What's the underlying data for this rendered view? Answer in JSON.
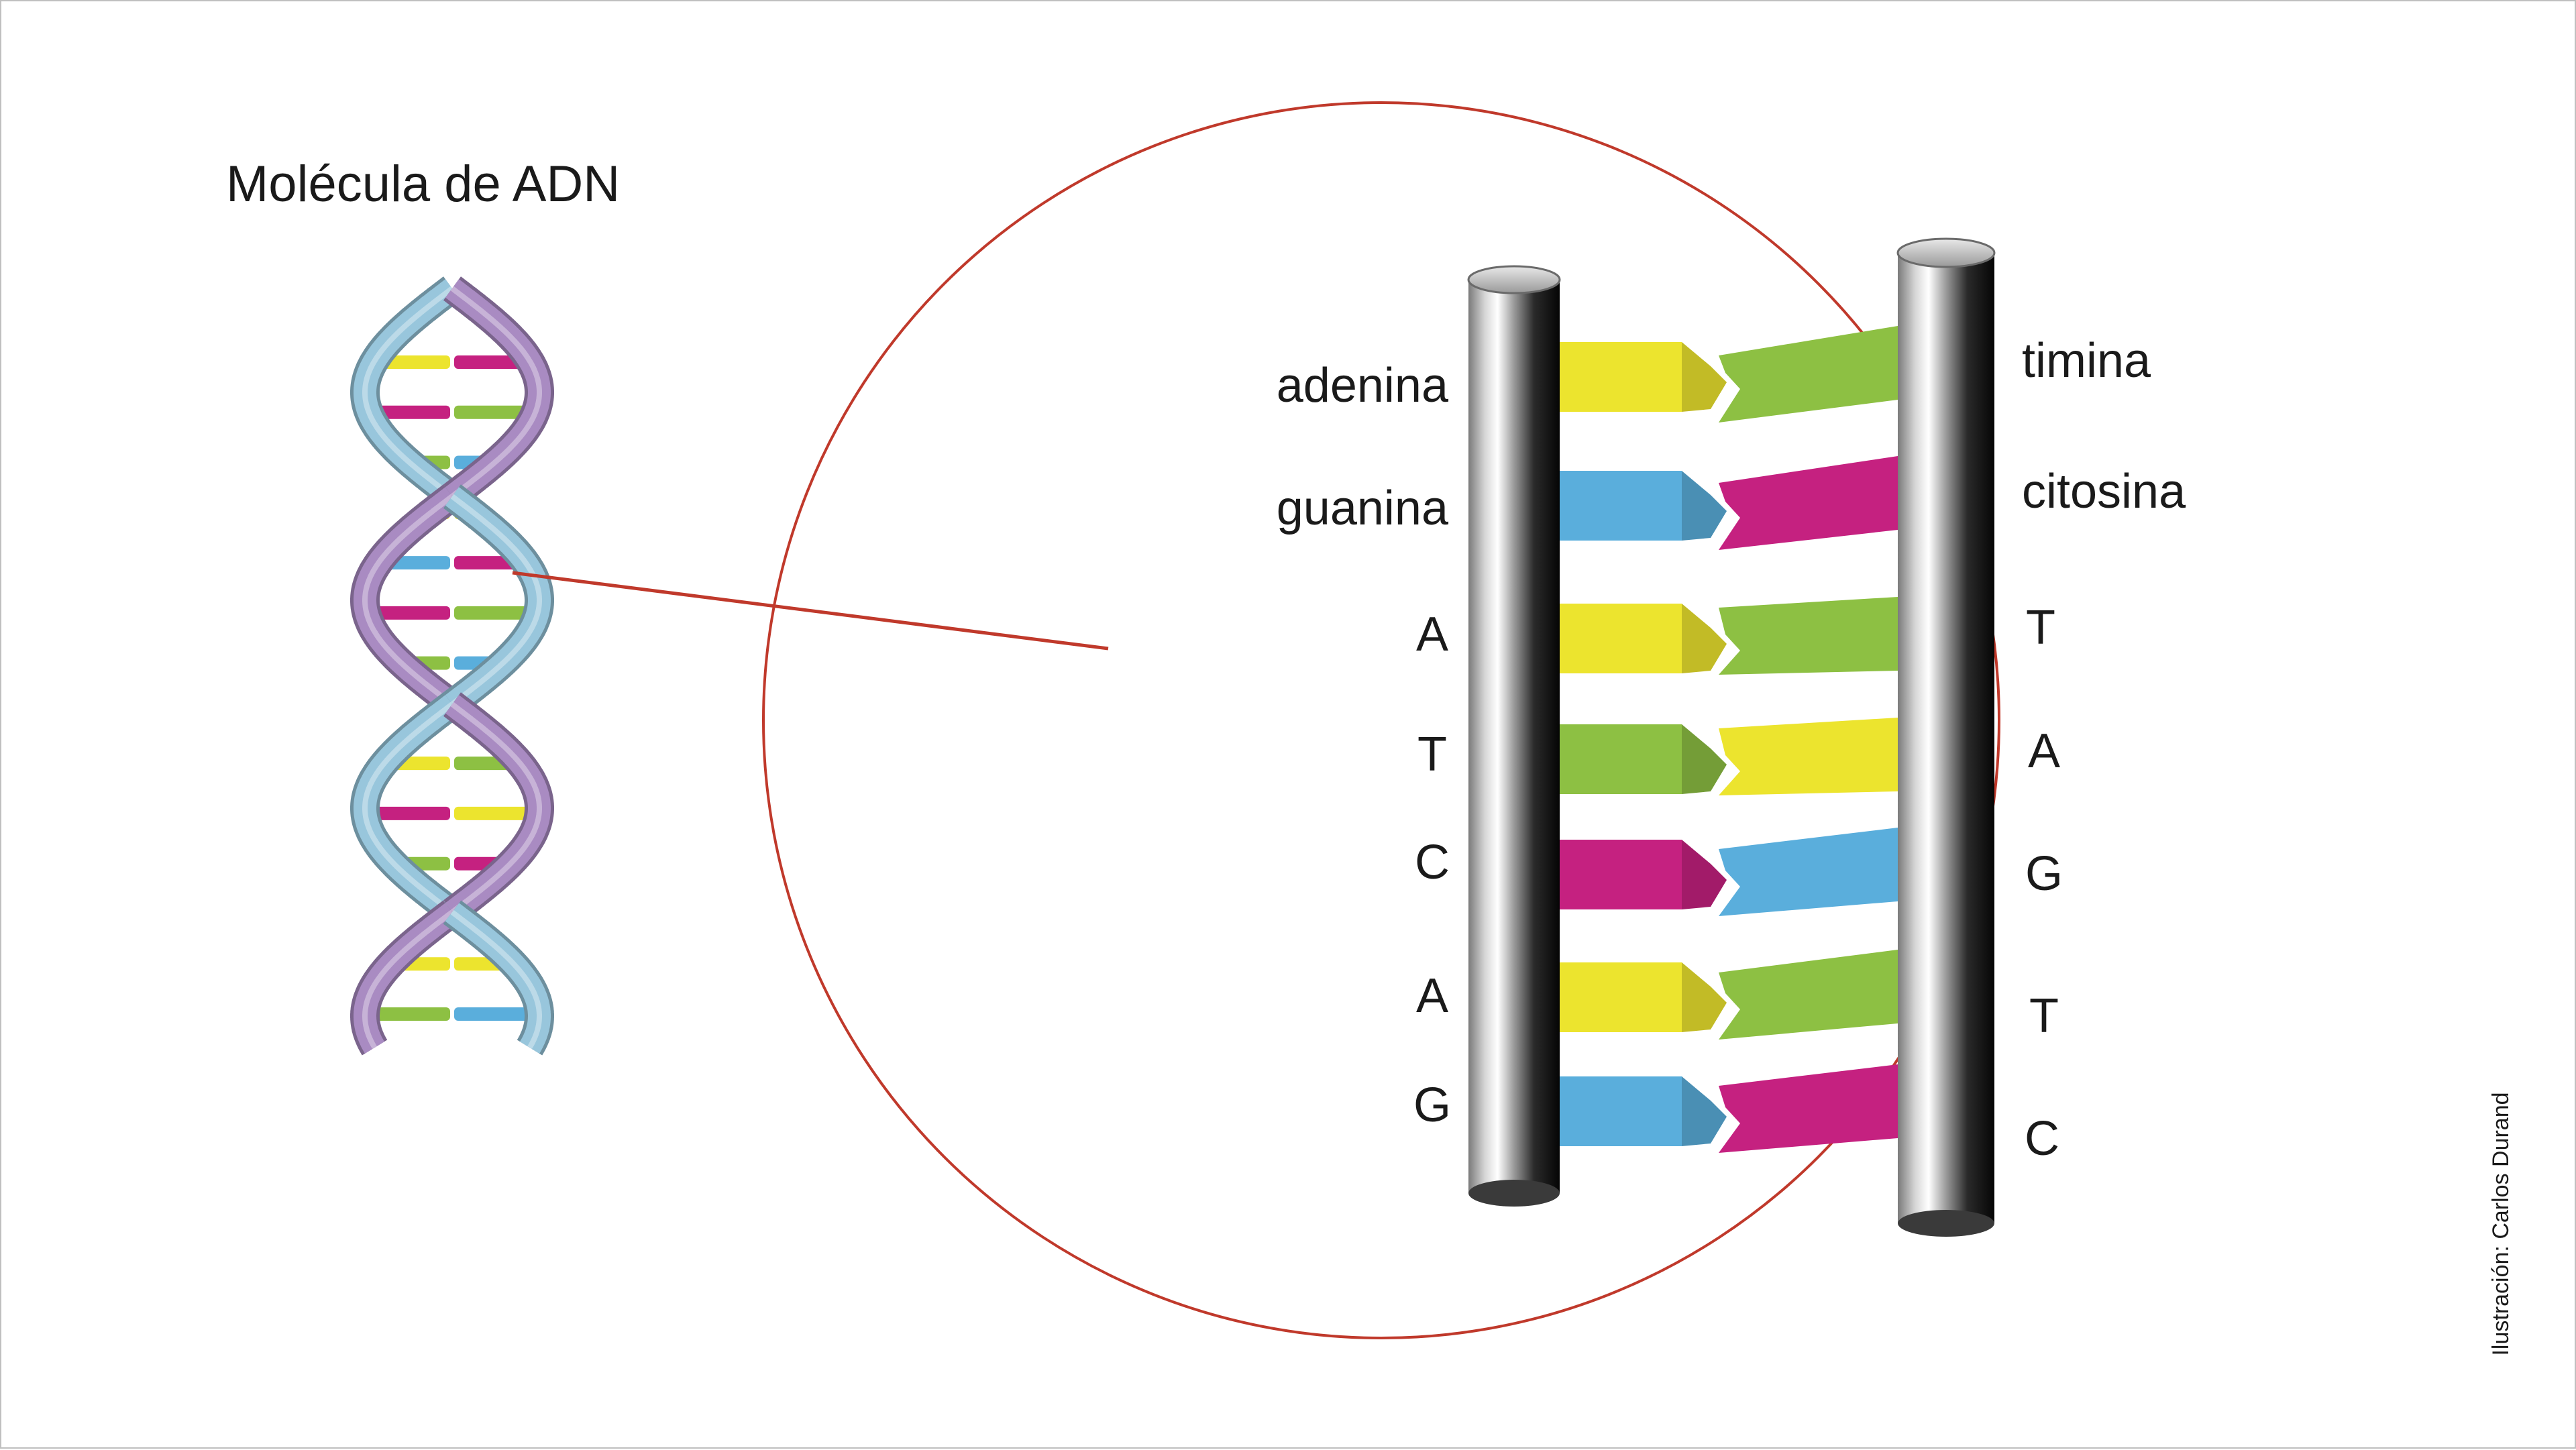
{
  "title": "Molécula de ADN",
  "credit": "Ilustración: Carlos Durand",
  "colors": {
    "adenina": "#ece42e",
    "timina": "#8dc043",
    "guanina": "#5aaedc",
    "citosina": "#c52180",
    "pointer_line": "#c0392b",
    "helix_strand_a": "#a98bc2",
    "helix_strand_b": "#98c6dc"
  },
  "legend": {
    "left": [
      "adenina",
      "guanina"
    ],
    "right": [
      "timina",
      "citosina"
    ]
  },
  "rungs": [
    {
      "left_label": "A",
      "right_label": "T",
      "left_base": "adenina",
      "right_base": "timina"
    },
    {
      "left_label": "T",
      "right_label": "A",
      "left_base": "timina",
      "right_base": "adenina"
    },
    {
      "left_label": "C",
      "right_label": "G",
      "left_base": "citosina",
      "right_base": "guanina"
    },
    {
      "left_label": "A",
      "right_label": "T",
      "left_base": "adenina",
      "right_base": "timina"
    },
    {
      "left_label": "G",
      "right_label": "C",
      "left_base": "guanina",
      "right_base": "citosina"
    }
  ]
}
